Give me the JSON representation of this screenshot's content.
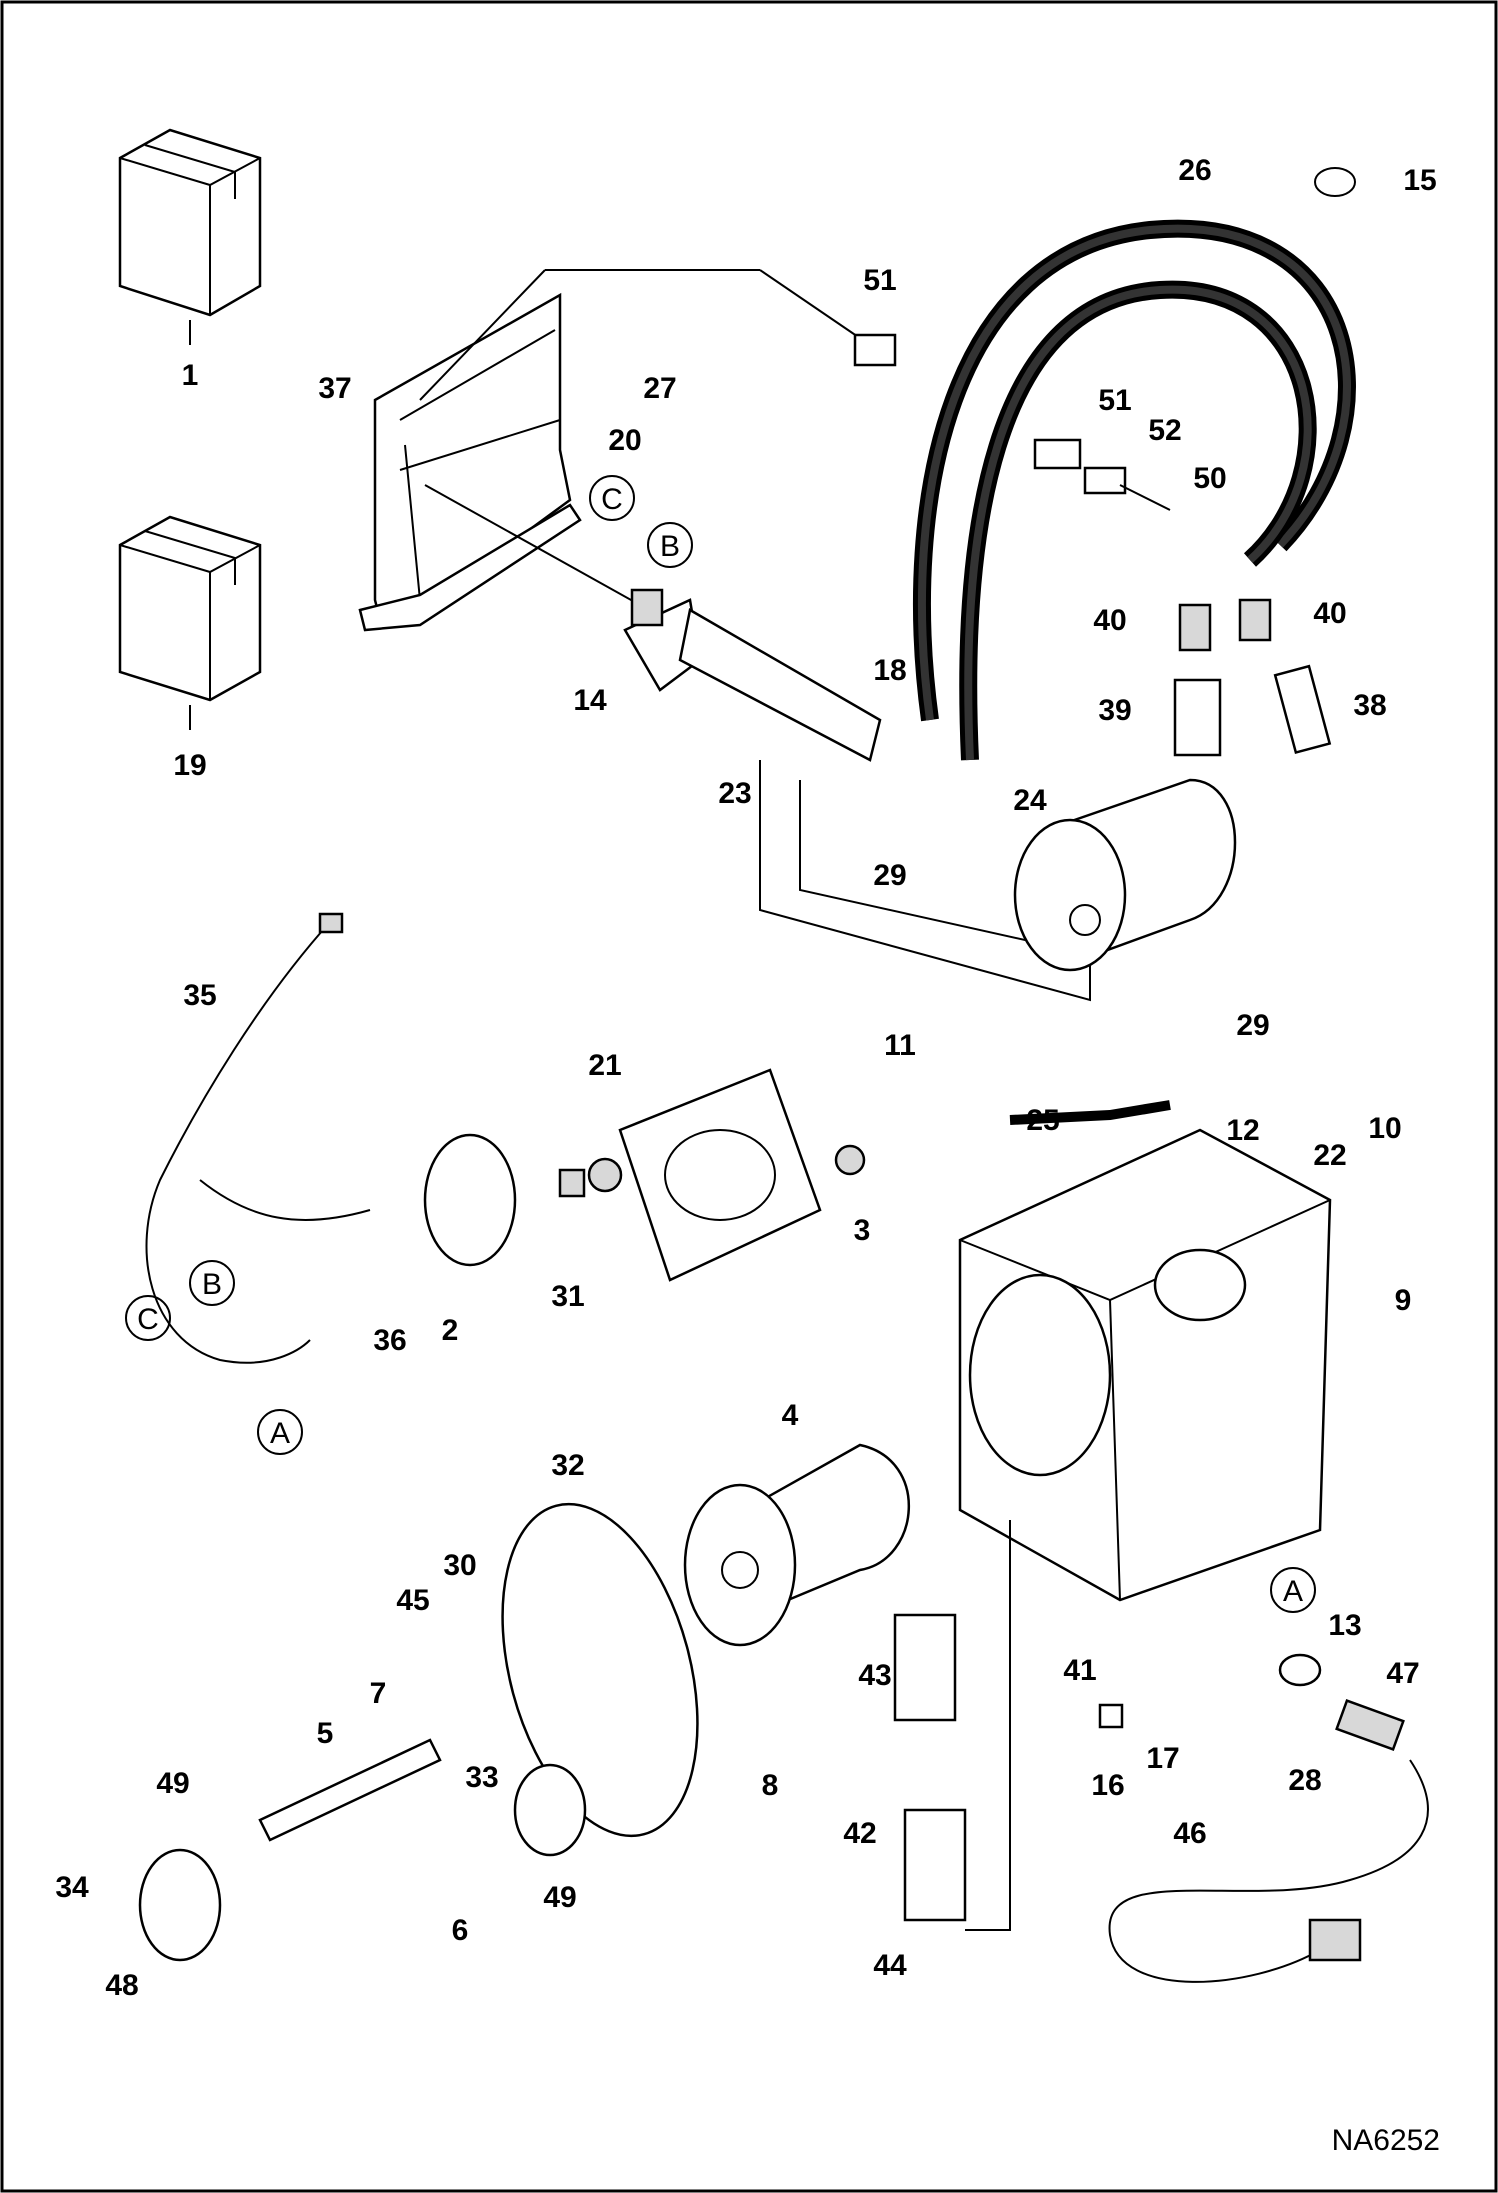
{
  "diagram": {
    "drawing_number": "NA6252",
    "callouts": [
      "1",
      "19",
      "26",
      "15",
      "51",
      "51",
      "52",
      "50",
      "37",
      "27",
      "20",
      "B",
      "C",
      "14",
      "18",
      "23",
      "24",
      "40",
      "40",
      "39",
      "38",
      "29",
      "29",
      "25",
      "35",
      "21",
      "11",
      "12",
      "22",
      "10",
      "3",
      "31",
      "2",
      "36",
      "B",
      "C",
      "A",
      "9",
      "4",
      "32",
      "30",
      "45",
      "7",
      "33",
      "5",
      "49",
      "49",
      "34",
      "48",
      "6",
      "43",
      "8",
      "42",
      "44",
      "41",
      "16",
      "17",
      "A",
      "13",
      "47",
      "28",
      "46"
    ],
    "connector_tags": [
      "A",
      "B",
      "C"
    ]
  }
}
